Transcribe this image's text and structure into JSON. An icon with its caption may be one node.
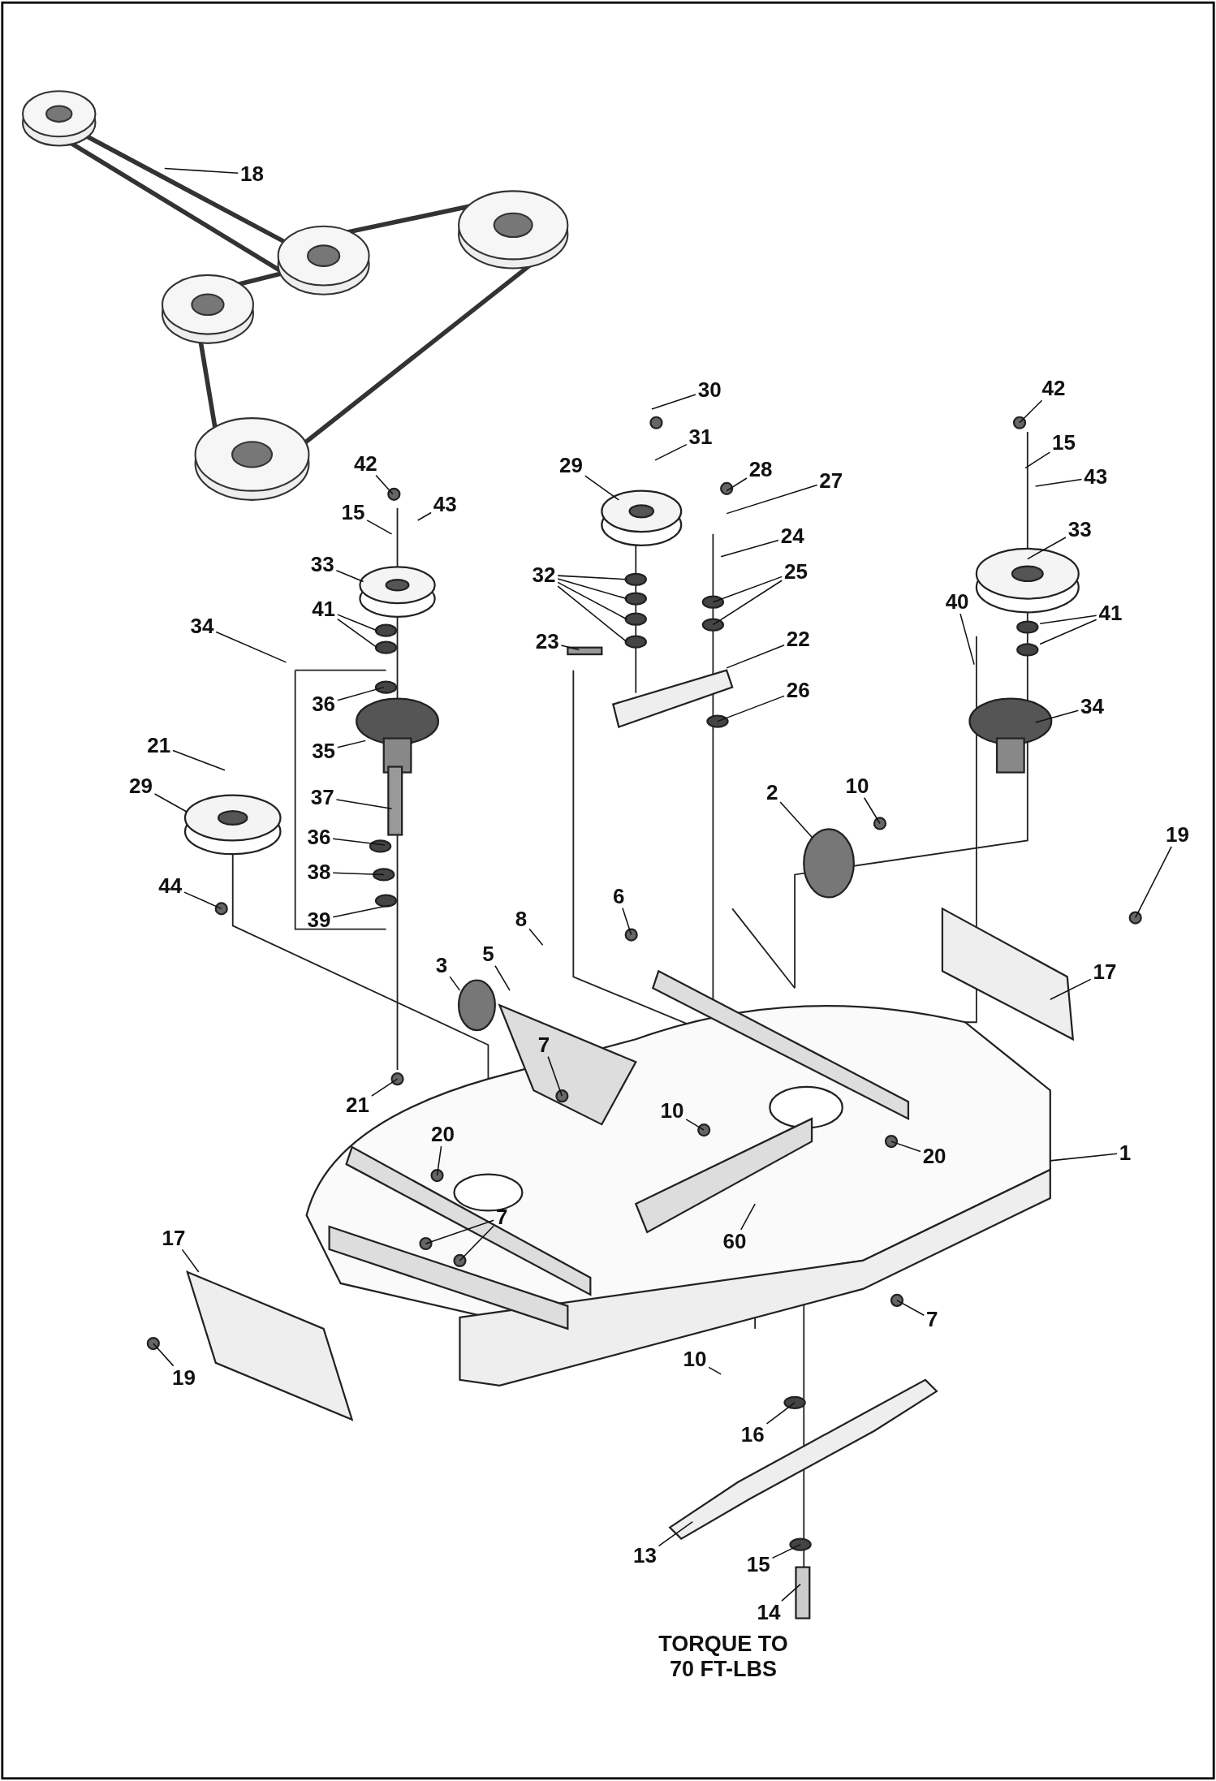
{
  "diagram": {
    "nodes": [
      {
        "text": [
          "18"
        ]
      },
      {
        "text": [
          "30"
        ]
      },
      {
        "text": [
          "42"
        ]
      },
      {
        "text": [
          "31"
        ]
      },
      {
        "text": [
          "15"
        ]
      },
      {
        "text": [
          "42"
        ]
      },
      {
        "text": [
          "29"
        ]
      },
      {
        "text": [
          "28"
        ]
      },
      {
        "text": [
          "43"
        ]
      },
      {
        "text": [
          "27"
        ]
      },
      {
        "text": [
          "43"
        ]
      },
      {
        "text": [
          "15"
        ]
      },
      {
        "text": [
          "33"
        ]
      },
      {
        "text": [
          "24"
        ]
      },
      {
        "text": [
          "33"
        ]
      },
      {
        "text": [
          "32"
        ]
      },
      {
        "text": [
          "25"
        ]
      },
      {
        "text": [
          "41"
        ]
      },
      {
        "text": [
          "41"
        ]
      },
      {
        "text": [
          "34"
        ]
      },
      {
        "text": [
          "40"
        ]
      },
      {
        "text": [
          "23"
        ]
      },
      {
        "text": [
          "22"
        ]
      },
      {
        "text": [
          "34"
        ]
      },
      {
        "text": [
          "26"
        ]
      },
      {
        "text": [
          "36"
        ]
      },
      {
        "text": [
          "21"
        ]
      },
      {
        "text": [
          "35"
        ]
      },
      {
        "text": [
          "10"
        ]
      },
      {
        "text": [
          "29"
        ]
      },
      {
        "text": [
          "2"
        ]
      },
      {
        "text": [
          "37"
        ]
      },
      {
        "text": [
          "36"
        ]
      },
      {
        "text": [
          "19"
        ]
      },
      {
        "text": [
          "38"
        ]
      },
      {
        "text": [
          "44"
        ]
      },
      {
        "text": [
          "6"
        ]
      },
      {
        "text": [
          "39"
        ]
      },
      {
        "text": [
          "8"
        ]
      },
      {
        "text": [
          "5"
        ]
      },
      {
        "text": [
          "3"
        ]
      },
      {
        "text": [
          "17"
        ]
      },
      {
        "text": [
          "7"
        ]
      },
      {
        "text": [
          "21"
        ]
      },
      {
        "text": [
          "10"
        ]
      },
      {
        "text": [
          "20"
        ]
      },
      {
        "text": [
          "1"
        ]
      },
      {
        "text": [
          "20"
        ]
      },
      {
        "text": [
          "7"
        ]
      },
      {
        "text": [
          "17"
        ]
      },
      {
        "text": [
          "60"
        ]
      },
      {
        "text": [
          "7"
        ]
      },
      {
        "text": [
          "10"
        ]
      },
      {
        "text": [
          "19"
        ]
      },
      {
        "text": [
          "16"
        ]
      },
      {
        "text": [
          "13"
        ]
      },
      {
        "text": [
          "15"
        ]
      },
      {
        "text": [
          "14"
        ]
      }
    ],
    "edges": [
      {
        "from": 0,
        "to": null,
        "arrow": "none"
      },
      {
        "from": 1,
        "to": null,
        "arrow": "none"
      },
      {
        "from": 2,
        "to": null,
        "arrow": "none"
      },
      {
        "from": 3,
        "to": null,
        "arrow": "none"
      },
      {
        "from": 4,
        "to": null,
        "arrow": "none"
      },
      {
        "from": 5,
        "to": null,
        "arrow": "none"
      },
      {
        "from": 6,
        "to": null,
        "arrow": "none"
      },
      {
        "from": 7,
        "to": null,
        "arrow": "none"
      },
      {
        "from": 8,
        "to": null,
        "arrow": "none"
      },
      {
        "from": 9,
        "to": null,
        "arrow": "none"
      },
      {
        "from": 10,
        "to": null,
        "arrow": "none"
      },
      {
        "from": 11,
        "to": null,
        "arrow": "none"
      },
      {
        "from": 12,
        "to": null,
        "arrow": "none"
      },
      {
        "from": 13,
        "to": null,
        "arrow": "none"
      },
      {
        "from": 14,
        "to": null,
        "arrow": "none"
      },
      {
        "from": 15,
        "to": null,
        "arrow": "none"
      },
      {
        "from": 15,
        "to": null,
        "arrow": "none"
      },
      {
        "from": 15,
        "to": null,
        "arrow": "none"
      },
      {
        "from": 15,
        "to": null,
        "arrow": "none"
      },
      {
        "from": 16,
        "to": null,
        "arrow": "none"
      },
      {
        "from": 16,
        "to": null,
        "arrow": "none"
      },
      {
        "from": 17,
        "to": null,
        "arrow": "none"
      },
      {
        "from": 17,
        "to": null,
        "arrow": "none"
      },
      {
        "from": 18,
        "to": null,
        "arrow": "none"
      },
      {
        "from": 18,
        "to": null,
        "arrow": "none"
      },
      {
        "from": 19,
        "to": null,
        "arrow": "none"
      },
      {
        "from": 20,
        "to": null,
        "arrow": "none"
      },
      {
        "from": 21,
        "to": null,
        "arrow": "none"
      },
      {
        "from": 22,
        "to": null,
        "arrow": "none"
      },
      {
        "from": 23,
        "to": null,
        "arrow": "none"
      },
      {
        "from": 24,
        "to": null,
        "arrow": "none"
      },
      {
        "from": 25,
        "to": null,
        "arrow": "none"
      },
      {
        "from": 26,
        "to": null,
        "arrow": "none"
      },
      {
        "from": 27,
        "to": null,
        "arrow": "none"
      },
      {
        "from": 28,
        "to": null,
        "arrow": "none"
      },
      {
        "from": 29,
        "to": null,
        "arrow": "none"
      },
      {
        "from": 30,
        "to": null,
        "arrow": "none"
      },
      {
        "from": 31,
        "to": null,
        "arrow": "none"
      },
      {
        "from": 32,
        "to": null,
        "arrow": "none"
      },
      {
        "from": 33,
        "to": null,
        "arrow": "none"
      },
      {
        "from": 34,
        "to": null,
        "arrow": "none"
      },
      {
        "from": 35,
        "to": null,
        "arrow": "none"
      },
      {
        "from": 36,
        "to": null,
        "arrow": "none"
      },
      {
        "from": 37,
        "to": null,
        "arrow": "none"
      },
      {
        "from": 38,
        "to": null,
        "arrow": "none"
      },
      {
        "from": 39,
        "to": null,
        "arrow": "none"
      },
      {
        "from": 40,
        "to": null,
        "arrow": "none"
      },
      {
        "from": 41,
        "to": null,
        "arrow": "none"
      },
      {
        "from": 42,
        "to": null,
        "arrow": "none"
      },
      {
        "from": 43,
        "to": null,
        "arrow": "none"
      },
      {
        "from": 44,
        "to": null,
        "arrow": "none"
      },
      {
        "from": 45,
        "to": null,
        "arrow": "none"
      },
      {
        "from": 46,
        "to": null,
        "arrow": "none"
      },
      {
        "from": 47,
        "to": null,
        "arrow": "none"
      },
      {
        "from": 48,
        "to": null,
        "arrow": "none"
      },
      {
        "from": 48,
        "to": null,
        "arrow": "none"
      },
      {
        "from": 49,
        "to": null,
        "arrow": "none"
      },
      {
        "from": 50,
        "to": null,
        "arrow": "none"
      },
      {
        "from": 51,
        "to": null,
        "arrow": "none"
      },
      {
        "from": 52,
        "to": null,
        "arrow": "none"
      },
      {
        "from": 53,
        "to": null,
        "arrow": "none"
      },
      {
        "from": 54,
        "to": null,
        "arrow": "none"
      },
      {
        "from": 55,
        "to": null,
        "arrow": "none"
      },
      {
        "from": 56,
        "to": null,
        "arrow": "none"
      },
      {
        "from": 57,
        "to": null,
        "arrow": "none"
      }
    ],
    "labels": [
      "TORQUE TO 70 FT-LBS"
    ]
  }
}
